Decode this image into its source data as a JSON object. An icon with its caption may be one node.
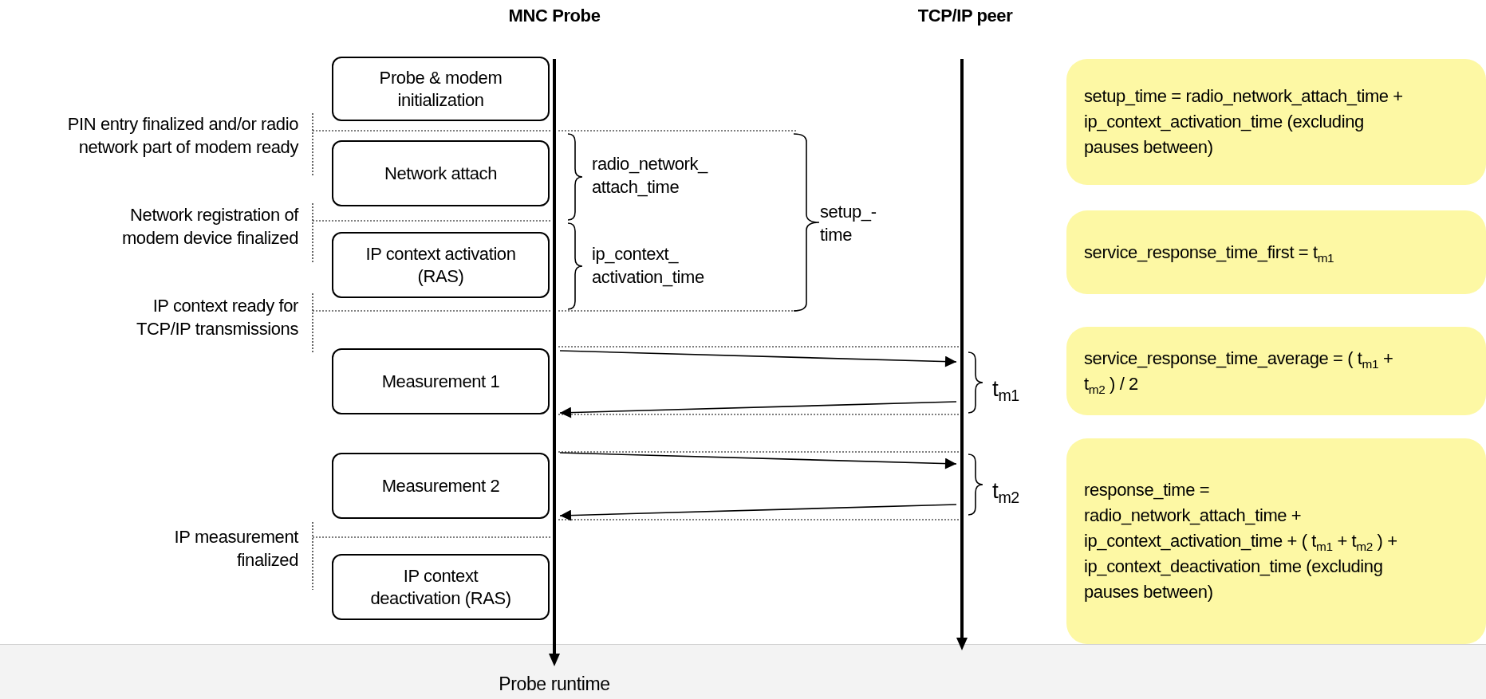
{
  "diagram": {
    "nodes": [
      {
        "text": [],
        "shape": "bar"
      },
      {
        "text": [],
        "shape": "bar"
      },
      {
        "text": [
          "Probe & modem initialization"
        ]
      },
      {
        "text": [
          "Network attach"
        ]
      },
      {
        "text": [
          "IP context activation (RAS)"
        ]
      },
      {
        "text": [
          "Measurement 1"
        ]
      },
      {
        "text": [
          "Measurement 2"
        ]
      },
      {
        "text": [
          "IP context deactivation (RAS)"
        ]
      },
      {
        "text": [
          "setup_time = radio_network_attach_time + ip_context_activation_time (excluding pauses between)"
        ]
      },
      {
        "text": [
          "service_response_time_first = t$_{m1}$"
        ]
      },
      {
        "text": [
          "service_response_time_average = ( t$_{m1}$ + t$_{m2}$ ) / 2"
        ]
      },
      {
        "text": [
          "response_time = radio_network_attach_time + ip_context_activation_time + ( t$_{m1}$ + t$_{m2}$ ) + ip_context_deactivation_time (excluding pauses between)"
        ]
      }
    ],
    "edges": [
      {
        "from": 0,
        "to": 1,
        "arrow": "to"
      },
      {
        "from": 1,
        "to": 0,
        "arrow": "to"
      },
      {
        "from": 0,
        "to": 1,
        "arrow": "to"
      },
      {
        "from": 1,
        "to": 0,
        "arrow": "to"
      }
    ],
    "labels": [
      "MNC Probe",
      "TCP/IP peer",
      "PIN entry finalized and/or radio network part of modem ready",
      "radio_network_ attach_time",
      "setup_- time",
      "Network registration of modem device finalized",
      "ip_context_ activation_time",
      "IP context ready for TCP/IP transmissions",
      "t$_{m1}$",
      "t$_{m2}$",
      "IP measurement finalized",
      "Probe runtime"
    ]
  }
}
